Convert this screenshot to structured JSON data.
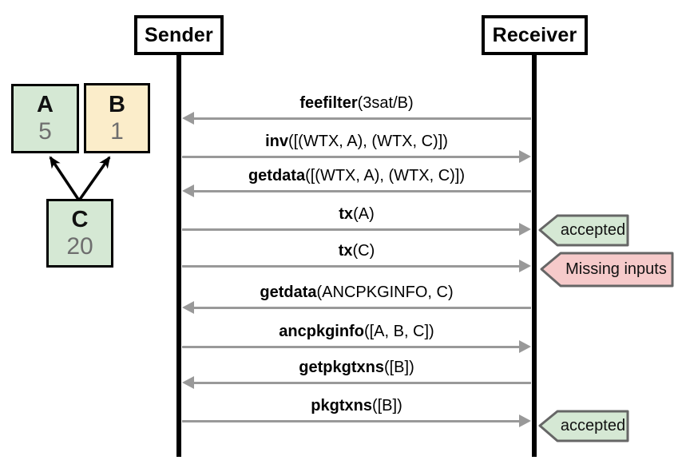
{
  "actors": {
    "sender": "Sender",
    "receiver": "Receiver"
  },
  "graph": {
    "nodes": [
      {
        "id": "A",
        "label": "A",
        "value": "5",
        "color": "green"
      },
      {
        "id": "B",
        "label": "B",
        "value": "1",
        "color": "yellow"
      },
      {
        "id": "C",
        "label": "C",
        "value": "20",
        "color": "green"
      }
    ],
    "edges": [
      {
        "from": "C",
        "to": "A"
      },
      {
        "from": "C",
        "to": "B"
      }
    ]
  },
  "messages": [
    {
      "fn": "feefilter",
      "args": "(3sat/B)",
      "direction": "to-sender"
    },
    {
      "fn": "inv",
      "args": "([(WTX, A), (WTX, C)])",
      "direction": "to-receiver"
    },
    {
      "fn": "getdata",
      "args": "([(WTX, A), (WTX, C)])",
      "direction": "to-sender"
    },
    {
      "fn": "tx",
      "args": "(A)",
      "direction": "to-receiver",
      "result": "accepted"
    },
    {
      "fn": "tx",
      "args": "(C)",
      "direction": "to-receiver",
      "result": "Missing inputs"
    },
    {
      "fn": "getdata",
      "args": "(ANCPKGINFO, C)",
      "direction": "to-sender"
    },
    {
      "fn": "ancpkginfo",
      "args": "([A, B, C])",
      "direction": "to-receiver"
    },
    {
      "fn": "getpkgtxns",
      "args": "([B])",
      "direction": "to-sender"
    },
    {
      "fn": "pkgtxns",
      "args": "([B])",
      "direction": "to-receiver",
      "result": "accepted"
    }
  ],
  "colors": {
    "green": "#d5e8d4",
    "yellow": "#fbedca",
    "pink": "#f6caca",
    "arrow": "#999999",
    "badge_border": "#666666",
    "node_value": "#6e6e6e"
  }
}
